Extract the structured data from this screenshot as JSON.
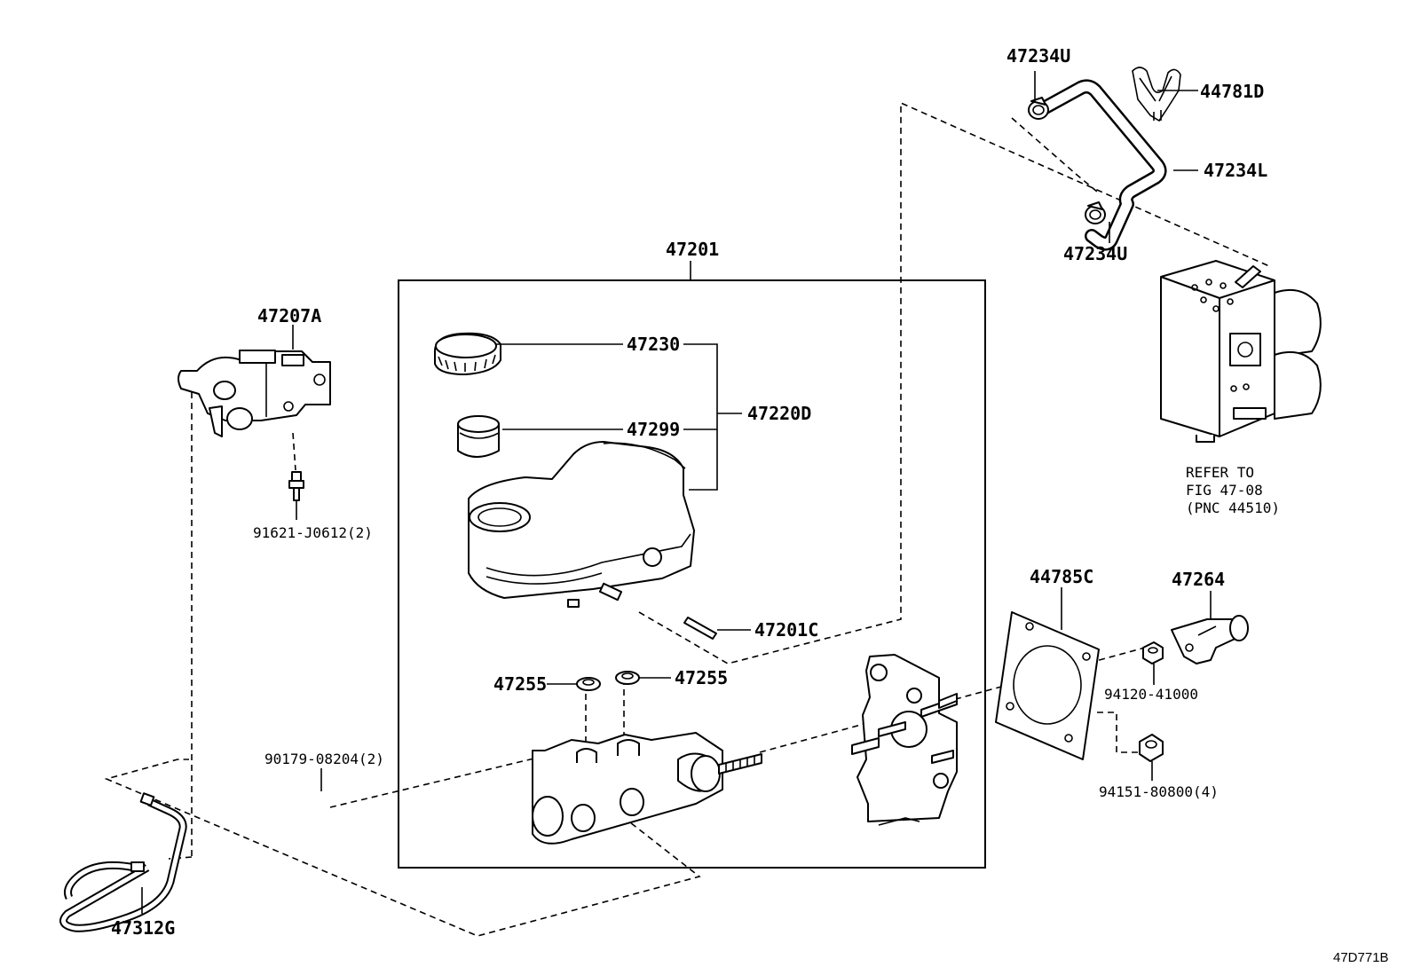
{
  "labels": {
    "p47201": "47201",
    "p47207A": "47207A",
    "p91621": "91621-J0612(2)",
    "p47230": "47230",
    "p47299": "47299",
    "p47220D": "47220D",
    "p47201C": "47201C",
    "p47255a": "47255",
    "p47255b": "47255",
    "p90179": "90179-08204(2)",
    "p47312G": "47312G",
    "p47234U_top": "47234U",
    "p44781D": "44781D",
    "p47234L": "47234L",
    "p47234U_bottom": "47234U",
    "p44785C": "44785C",
    "p47264": "47264",
    "p94120": "94120-41000",
    "p94151": "94151-80800(4)"
  },
  "reference": {
    "line1": "REFER TO",
    "line2": "FIG 47-08",
    "line3": "(PNC 44510)"
  },
  "diagram_code": "47D771B"
}
